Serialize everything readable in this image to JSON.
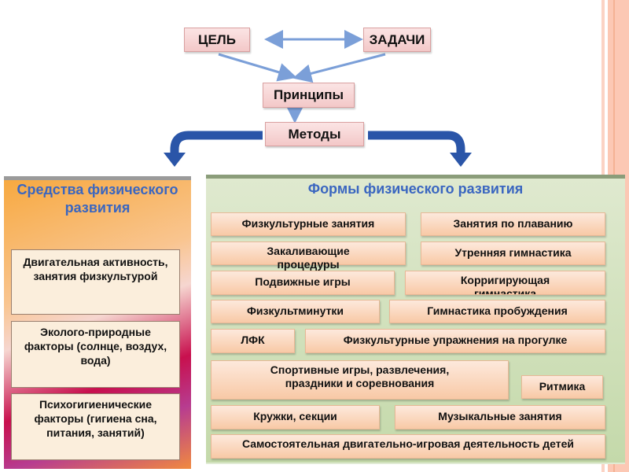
{
  "top": {
    "goal": "ЦЕЛЬ",
    "tasks": "ЗАДАЧИ",
    "principles": "Принципы",
    "methods": "Методы"
  },
  "means": {
    "title": "Средства физического развития",
    "items": [
      "Двигательная активность, занятия физкультурой",
      "Эколого-природные факторы (солнце, воздух, вода)",
      "Психогигиенические факторы (гигиена сна, питания, занятий)"
    ]
  },
  "forms": {
    "title": "Формы физического развития",
    "items": [
      "Физкультурные занятия",
      "Занятия по плаванию",
      "Закаливающие процедуры",
      "Утренняя гимнастика",
      "Подвижные игры",
      "Корригирующая гимнастика",
      "Физкультминутки",
      "Гимнастика пробуждения",
      "ЛФК",
      "Физкультурные упражнения на прогулке",
      "Спортивные игры, развлечения, праздники и  соревнования",
      "Ритмика",
      "Кружки, секции",
      "Музыкальные  занятия",
      "Самостоятельная двигательно-игровая деятельность детей"
    ]
  },
  "colors": {
    "title_blue": "#3a66c0",
    "arrow_light": "#7b9fd8",
    "arrow_dark": "#2a55a8"
  }
}
